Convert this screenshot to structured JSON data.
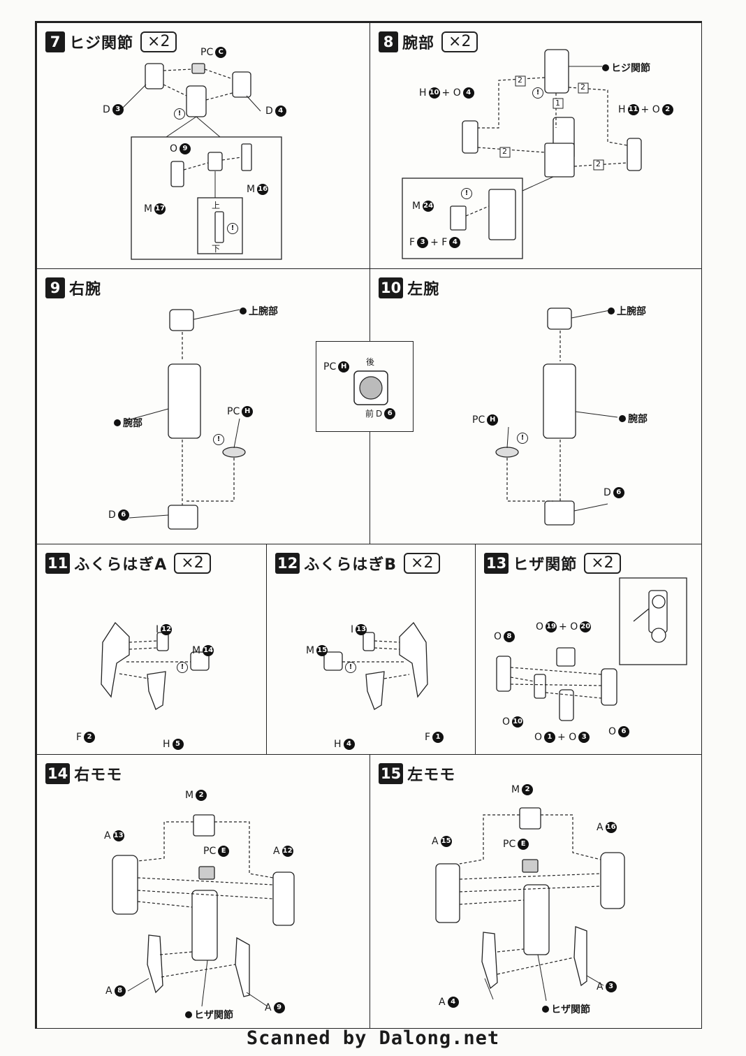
{
  "steps": [
    {
      "num": "7",
      "title": "ヒジ関節",
      "qty": "×2",
      "labels": {
        "pc_c": "PC",
        "d3": "D",
        "d4": "D",
        "o9": "O",
        "m16": "M",
        "m17": "M",
        "up": "上",
        "down": "下"
      },
      "badges": {
        "c": "C",
        "d3": "3",
        "d4": "4",
        "o9": "9",
        "m16": "16",
        "m17": "17"
      }
    },
    {
      "num": "8",
      "title": "腕部",
      "qty": "×2",
      "labels": {
        "hiji": "ヒジ関節",
        "h10o4": "H",
        "h10o4_b": "+ O",
        "h11o2": "H",
        "h11o2_b": "+ O",
        "m24": "M",
        "f3f4": "F",
        "f3f4_b": "+ F"
      },
      "badges": {
        "h10": "10",
        "o4": "4",
        "h11": "11",
        "o2": "2",
        "m24": "24",
        "f3": "3",
        "f4": "4"
      },
      "order": {
        "o1": "1",
        "o2a": "2",
        "o2b": "2",
        "o2c": "2",
        "o2d": "2"
      }
    },
    {
      "num": "9",
      "title": "右腕",
      "labels": {
        "upper": "上腕部",
        "arm": "腕部",
        "pc_h": "PC",
        "d6": "D"
      },
      "badges": {
        "h": "H",
        "d6": "6"
      }
    },
    {
      "num": "10",
      "title": "左腕",
      "labels": {
        "upper": "上腕部",
        "arm": "腕部",
        "pc_h": "PC",
        "d6": "D"
      },
      "badges": {
        "h": "H",
        "d6": "6"
      }
    },
    {
      "num": "11",
      "title": "ふくらはぎA",
      "qty": "×2",
      "labels": {
        "i12": "I",
        "m14": "M",
        "f2": "F",
        "h5": "H"
      },
      "badges": {
        "i12": "12",
        "m14": "14",
        "f2": "2",
        "h5": "5"
      }
    },
    {
      "num": "12",
      "title": "ふくらはぎB",
      "qty": "×2",
      "labels": {
        "i13": "I",
        "m15": "M",
        "h4": "H",
        "f1": "F"
      },
      "badges": {
        "i13": "13",
        "m15": "15",
        "h4": "4",
        "f1": "1"
      }
    },
    {
      "num": "13",
      "title": "ヒザ関節",
      "qty": "×2",
      "labels": {
        "o8": "O",
        "o19": "O",
        "o19_b": "+ O",
        "o10": "O",
        "o1": "O",
        "o1_b": "+ O",
        "o6": "O"
      },
      "badges": {
        "o8": "8",
        "o19": "19",
        "o20": "20",
        "o10": "10",
        "o1": "1",
        "o3": "3",
        "o6": "6"
      }
    },
    {
      "num": "14",
      "title": "右モモ",
      "labels": {
        "m2": "M",
        "a13": "A",
        "pc_e": "PC",
        "a12": "A",
        "a8": "A",
        "knee": "ヒザ関節",
        "a9": "A"
      },
      "badges": {
        "m2": "2",
        "a13": "13",
        "e": "E",
        "a12": "12",
        "a8": "8",
        "a9": "9"
      }
    },
    {
      "num": "15",
      "title": "左モモ",
      "labels": {
        "m2": "M",
        "a15": "A",
        "pc_e": "PC",
        "a16": "A",
        "a4": "A",
        "knee": "ヒザ関節",
        "a3": "A"
      },
      "badges": {
        "m2": "2",
        "a15": "15",
        "e": "E",
        "a16": "16",
        "a4": "4",
        "a3": "3"
      }
    }
  ],
  "inset910": {
    "pc": "PC",
    "h": "H",
    "back": "後",
    "front": "前",
    "d": "D",
    "d6": "6"
  },
  "caution_mark": "!",
  "footer": "Scanned by Dalong.net"
}
